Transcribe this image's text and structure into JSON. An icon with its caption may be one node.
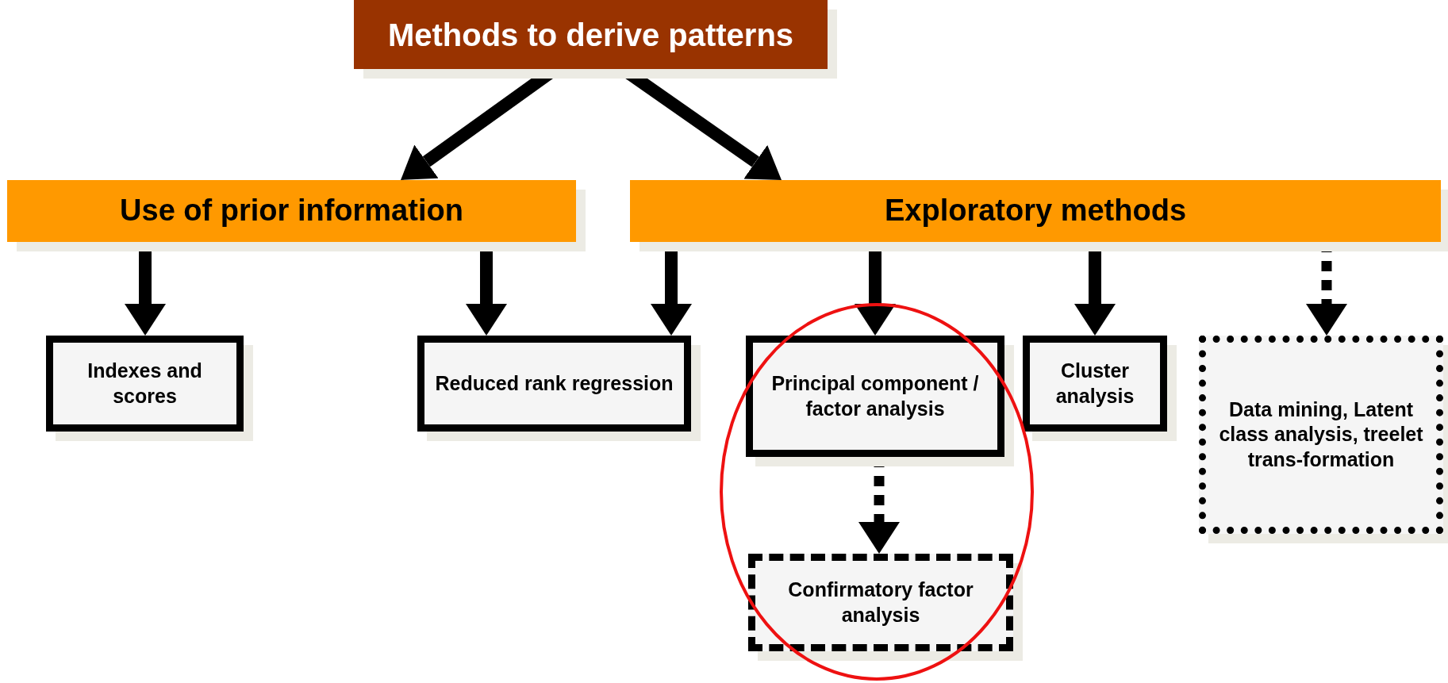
{
  "diagram": {
    "nodes": [
      {
        "text": [
          "Methods to derive patterns"
        ]
      },
      {
        "text": [
          "Use of prior information"
        ]
      },
      {
        "text": [
          "Exploratory methods"
        ]
      },
      {
        "text": [
          "Indexes and scores"
        ]
      },
      {
        "text": [
          "Reduced rank regression"
        ]
      },
      {
        "text": [
          "Principal component / factor analysis"
        ]
      },
      {
        "text": [
          "Cluster analysis"
        ]
      },
      {
        "text": [
          "Data mining, Latent class analysis, treelet trans-formation"
        ]
      },
      {
        "text": [
          "Confirmatory factor analysis"
        ]
      }
    ],
    "edges": [
      {
        "from": 0,
        "to": 1,
        "arrow": "to"
      },
      {
        "from": 0,
        "to": 2,
        "arrow": "to"
      },
      {
        "from": 1,
        "to": 3,
        "arrow": "to"
      },
      {
        "from": 1,
        "to": 4,
        "arrow": "to"
      },
      {
        "from": 2,
        "to": 4,
        "arrow": "to"
      },
      {
        "from": 2,
        "to": 5,
        "arrow": "to"
      },
      {
        "from": 2,
        "to": 6,
        "arrow": "to"
      },
      {
        "from": 2,
        "to": 7,
        "arrow": "to",
        "style": "dashed"
      },
      {
        "from": 5,
        "to": 8,
        "arrow": "to",
        "style": "dashed"
      }
    ]
  }
}
